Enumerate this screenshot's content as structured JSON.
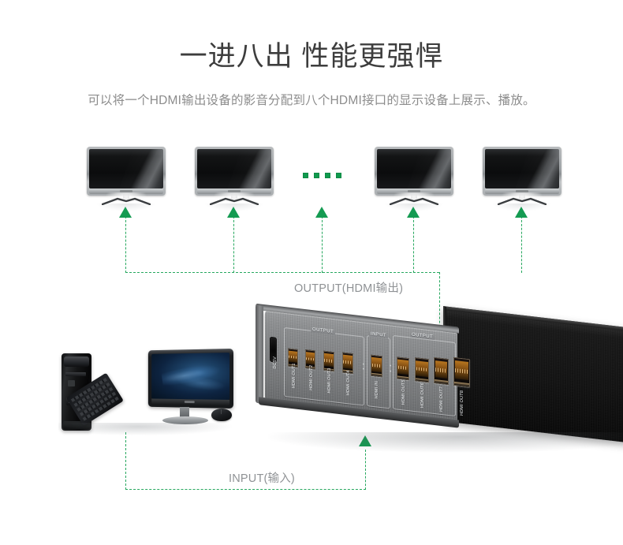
{
  "header": {
    "title": "一进八出 性能更强悍",
    "subtitle": "可以将一个HDMI输出设备的影音分配到八个HDMI接口的显示设备上展示、播放。"
  },
  "diagram": {
    "output_label": "OUTPUT(HDMI输出)",
    "input_label": "INPUT(输入)",
    "ellipsis_dot_count": 4,
    "monitor_count_shown": 4,
    "monitors": [
      {
        "name": "display-1"
      },
      {
        "name": "display-2"
      },
      {
        "name": "display-3"
      },
      {
        "name": "display-4"
      }
    ],
    "source_device": "desktop-computer"
  },
  "device": {
    "name": "hdmi-splitter-1x8",
    "group_labels": {
      "output_left": "OUTPUT",
      "input": "INPUT",
      "output_right": "OUTPUT"
    },
    "power_port_label": "DC5V",
    "ports": [
      {
        "label": "HDMI OUT1",
        "type": "output"
      },
      {
        "label": "HDMI OUT2",
        "type": "output"
      },
      {
        "label": "HDMI OUT3",
        "type": "output"
      },
      {
        "label": "HDMI OUT4",
        "type": "output"
      },
      {
        "label": "HDMI IN",
        "type": "input"
      },
      {
        "label": "HDMI OUT5",
        "type": "output"
      },
      {
        "label": "HDMI OUT6",
        "type": "output"
      },
      {
        "label": "HDMI OUT7",
        "type": "output"
      },
      {
        "label": "HDMI OUT8",
        "type": "output"
      }
    ]
  },
  "colors": {
    "accent_green": "#159b52",
    "wire_green": "#27a85f",
    "title_gray": "#3d3d3d",
    "subtitle_gray": "#8c8c8c",
    "label_gray": "#8f9295"
  }
}
